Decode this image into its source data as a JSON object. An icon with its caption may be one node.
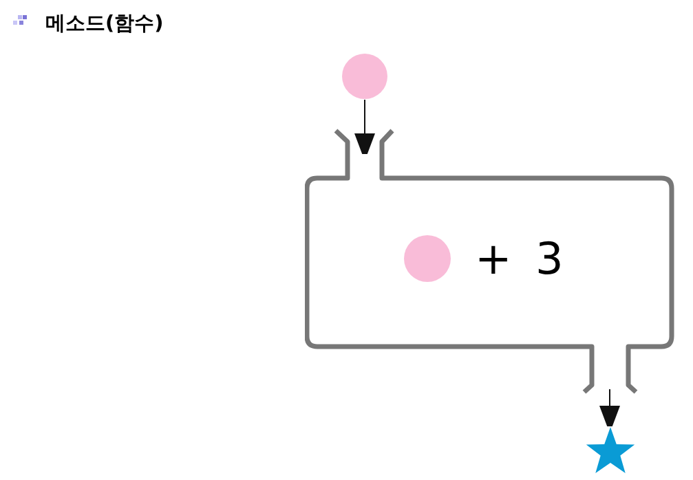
{
  "diagram": {
    "title": "메소드(함수)",
    "nodes": [
      {
        "text": [],
        "shape": "circle"
      },
      {
        "text": [
          "+ 3"
        ]
      },
      {
        "text": [],
        "shape": "circle",
        "in": 1
      },
      {
        "text": [],
        "shape": "star"
      }
    ],
    "edges": [
      {
        "from": 0,
        "to": 1,
        "arrow": "to"
      },
      {
        "from": 1,
        "to": 3,
        "arrow": "to"
      }
    ]
  }
}
